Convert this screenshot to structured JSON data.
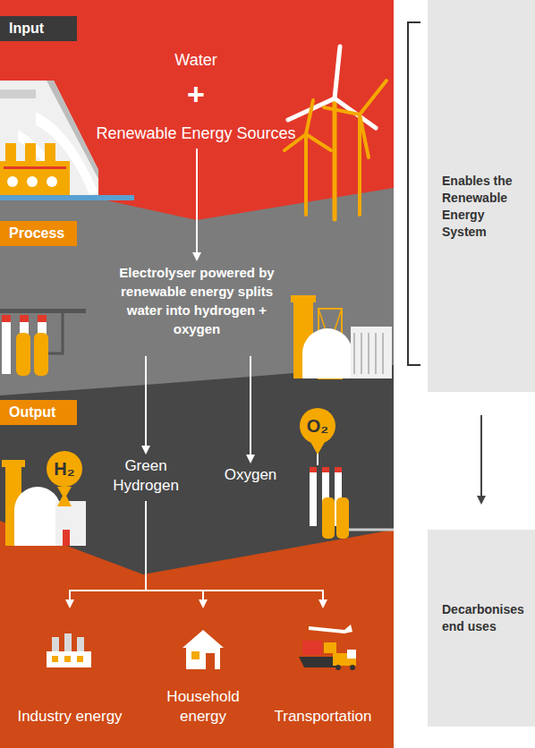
{
  "diagram": {
    "nodes": [
      {
        "text": [
          "Input"
        ]
      },
      {
        "text": [
          "Water",
          "+",
          "Renewable Energy Sources"
        ]
      },
      {
        "text": [
          "Enables the Renewable Energy System"
        ]
      },
      {
        "text": [
          "Process"
        ]
      },
      {
        "text": [
          "Electrolyser powered by renewable energy splits water into hydrogen + oxygen"
        ]
      },
      {
        "text": [
          "Output"
        ]
      },
      {
        "text": [
          "H₂"
        ]
      },
      {
        "text": [
          "Green Hydrogen"
        ]
      },
      {
        "text": [
          "Oxygen"
        ]
      },
      {
        "text": [
          "O₂"
        ]
      },
      {
        "text": [
          "Industry energy"
        ]
      },
      {
        "text": [
          "Household energy"
        ]
      },
      {
        "text": [
          "Transportation"
        ]
      },
      {
        "text": [
          "Decarbonises end uses"
        ]
      }
    ],
    "edges": [
      {
        "from": 1,
        "to": 4,
        "arrow": "to"
      },
      {
        "from": 4,
        "to": 7,
        "arrow": "to"
      },
      {
        "from": 4,
        "to": 8,
        "arrow": "to"
      },
      {
        "from": 7,
        "to": 10,
        "arrow": "to"
      },
      {
        "from": 7,
        "to": 11,
        "arrow": "to"
      },
      {
        "from": 7,
        "to": 12,
        "arrow": "to"
      },
      {
        "from": 2,
        "to": 13,
        "arrow": "to"
      }
    ]
  }
}
